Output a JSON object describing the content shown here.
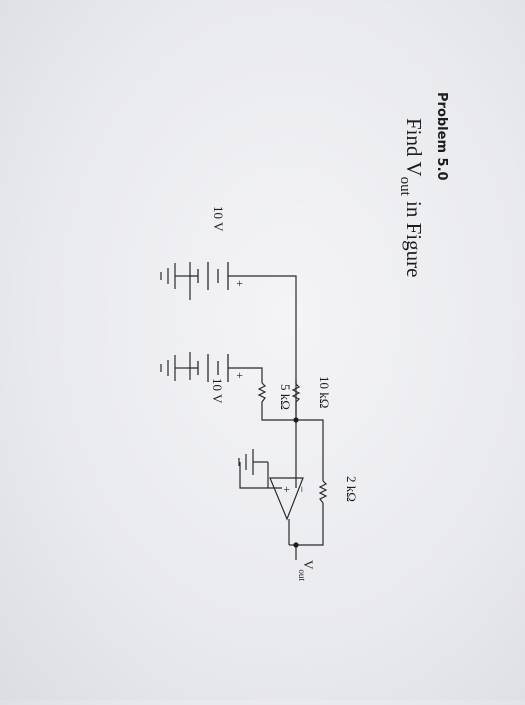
{
  "problem": {
    "label": "Problem 5.0",
    "instruction_prefix": "Find V",
    "instruction_subscript": "out",
    "instruction_suffix": " in Figure"
  },
  "circuit": {
    "feedback_resistor": "2 kΩ",
    "input_resistor_1": "10 kΩ",
    "input_resistor_2": "5 kΩ",
    "battery_1": "10 V",
    "battery_2": "10 V",
    "battery_plus": "+",
    "opamp_inverting": "−",
    "opamp_noninverting": "+",
    "output_label": "V",
    "output_subscript": "out"
  }
}
